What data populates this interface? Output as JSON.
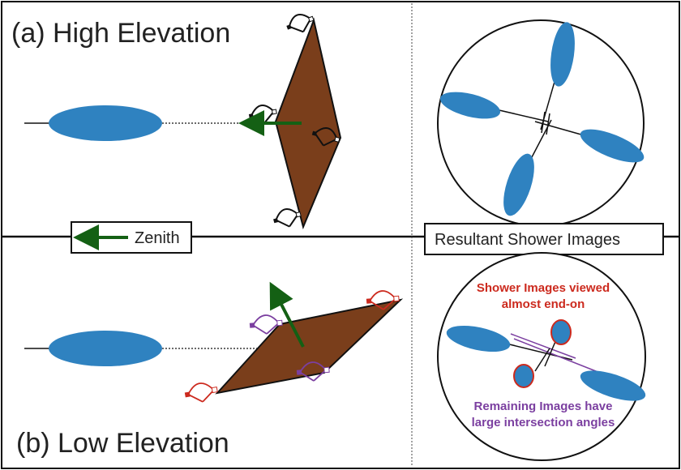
{
  "panels": {
    "top_title": "(a) High Elevation",
    "bottom_title": "(b) Low Elevation"
  },
  "labels": {
    "zenith": "Zenith",
    "resultant": "Resultant Shower Images"
  },
  "notes": {
    "end_on_line1": "Shower Images viewed",
    "end_on_line2": "almost end-on",
    "remaining_line1": "Remaining Images have",
    "remaining_line2": "large intersection angles"
  },
  "colors": {
    "shower": "#2f82c0",
    "plane": "#7a3e1b",
    "arrow": "#146014",
    "telescope_near": "#cc2a1e",
    "telescope_far": "#7b3fa0",
    "outline": "#111111"
  }
}
